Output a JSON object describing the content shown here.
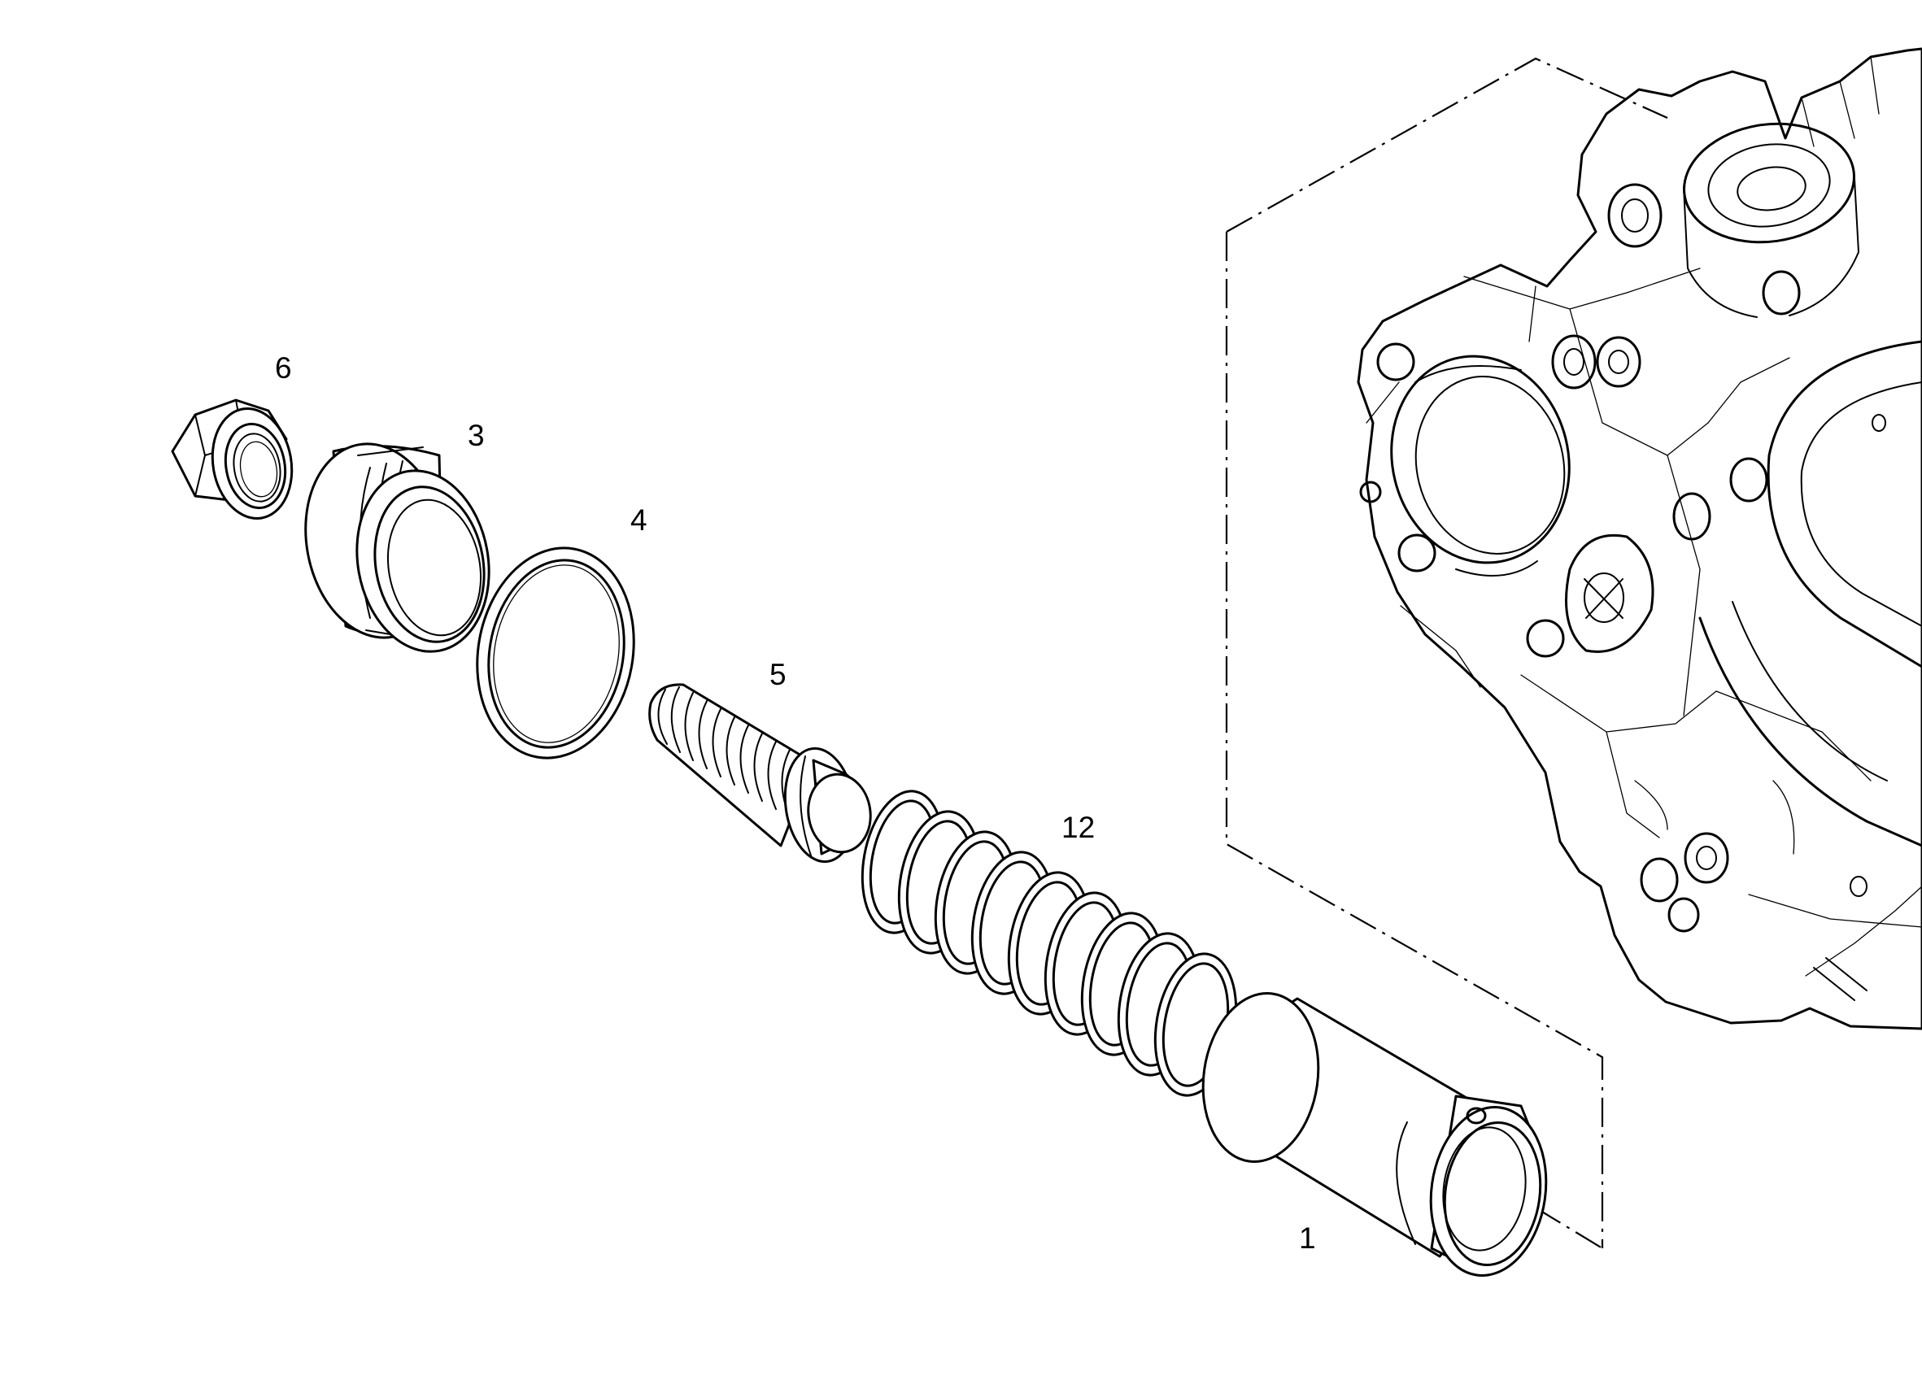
{
  "callouts": {
    "part_6": "6",
    "part_3": "3",
    "part_4": "4",
    "part_5": "5",
    "part_12": "12",
    "part_1": "1"
  }
}
